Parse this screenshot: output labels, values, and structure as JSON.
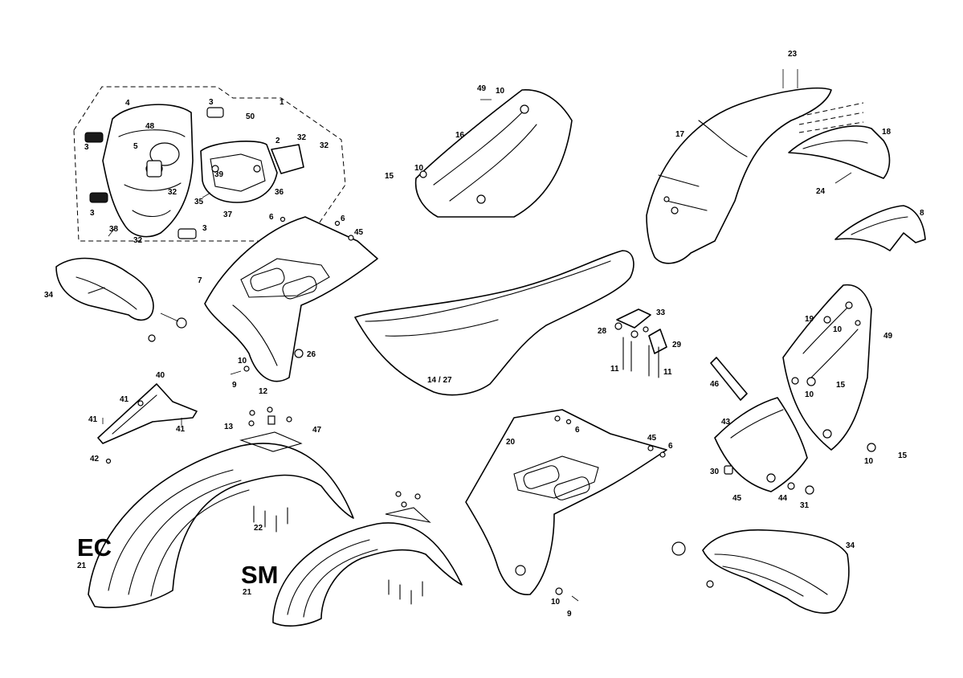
{
  "variants": {
    "ec": "EC",
    "sm": "SM"
  },
  "labels": [
    "1",
    "2",
    "3",
    "3",
    "3",
    "3",
    "4",
    "5",
    "48",
    "50",
    "32",
    "32",
    "32",
    "32",
    "39",
    "36",
    "37",
    "35",
    "38",
    "34",
    "7",
    "6",
    "6",
    "45",
    "26",
    "10",
    "9",
    "40",
    "41",
    "41",
    "41",
    "42",
    "12",
    "13",
    "47",
    "22",
    "21",
    "21",
    "16",
    "49",
    "10",
    "15",
    "10",
    "14 / 27",
    "28",
    "33",
    "29",
    "11",
    "11",
    "23",
    "17",
    "18",
    "24",
    "8",
    "19",
    "10",
    "49",
    "46",
    "10",
    "15",
    "43",
    "30",
    "45",
    "44",
    "31",
    "10",
    "15",
    "20",
    "6",
    "45",
    "6",
    "10",
    "9",
    "34"
  ]
}
